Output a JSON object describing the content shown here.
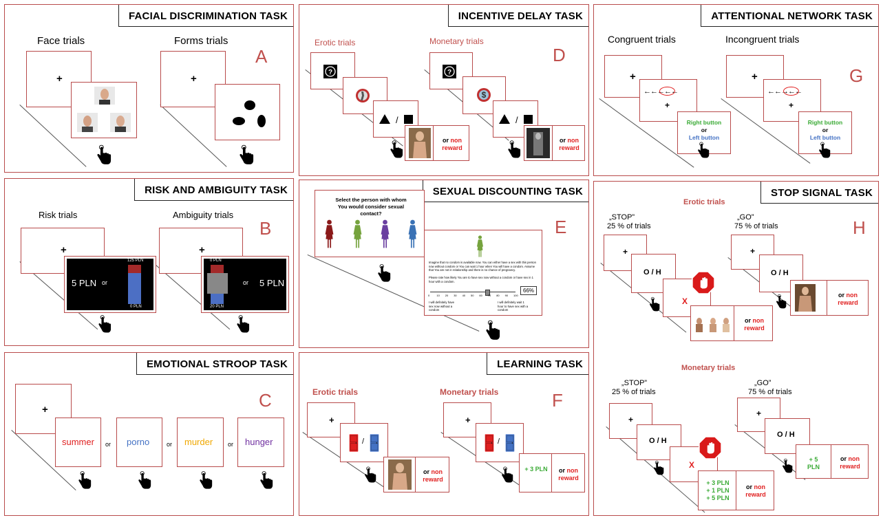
{
  "panels": {
    "a": {
      "title": "FACIAL DISCRIMINATION TASK",
      "letter": "A",
      "label_left": "Face trials",
      "label_right": "Forms trials"
    },
    "b": {
      "title": "RISK AND AMBIGUITY TASK",
      "letter": "B",
      "label_left": "Risk trials",
      "label_right": "Ambiguity trials",
      "risk_amount": "5 PLN",
      "or": "or",
      "top_pln": "125 PLN",
      "bottom_pln": "0 PLN",
      "amb_top": "0 PLN",
      "amb_bottom": "20 PLN",
      "amb_amount": "5 PLN"
    },
    "c": {
      "title": "EMOTIONAL STROOP TASK",
      "letter": "C",
      "words": [
        "summer",
        "porno",
        "murder",
        "hunger"
      ],
      "or": "or"
    },
    "d": {
      "title": "INCENTIVE DELAY TASK",
      "letter": "D",
      "label_left": "Erotic trials",
      "label_right": "Monetary trials",
      "slash": "/",
      "reward_or": "or",
      "reward_non": "non",
      "reward_word": "reward"
    },
    "e": {
      "title": "SEXUAL DISCOUNTING TASK",
      "letter": "E",
      "question": "Select the person with whom You would consider sexual contact?",
      "scenario": "Imagine that no condom is available now. You can either have a sex with this person now without condom or You can wait 1 hour when You will have a condom. Assume that You are not in relationship and there is no chance of pregnancy.",
      "rate_prompt": "Please rate how likely You are to have sex now without a condom or have sex in 1 hour with a condom.",
      "percent": "66%",
      "left_anchor": "I will definitely have sex now without a condom",
      "right_anchor": "I will definitely wait 1 hour to have sex with a condom",
      "scale": [
        "0",
        "10",
        "20",
        "30",
        "40",
        "50",
        "60",
        "70",
        "80",
        "90",
        "100"
      ]
    },
    "f": {
      "title": "LEARNING TASK",
      "letter": "F",
      "label_left": "Erotic trials",
      "label_right": "Monetary trials",
      "slash": "/",
      "pln": "+ 3 PLN",
      "reward_or": "or",
      "reward_non": "non",
      "reward_word": "reward"
    },
    "g": {
      "title": "ATTENTIONAL NETWORK TASK",
      "letter": "G",
      "label_left": "Congruent trials",
      "label_right": "Incongruent trials",
      "right_btn": "Right button",
      "or": "or",
      "left_btn": "Left button"
    },
    "h": {
      "title": "STOP SIGNAL TASK",
      "letter": "H",
      "erotic_label": "Erotic trials",
      "monetary_label": "Monetary trials",
      "stop": "„STOP”",
      "go": "„GO”",
      "stop_pct": "25 % of trials",
      "go_pct": "75 % of trials",
      "oh": "O / H",
      "x": "X",
      "reward_or": "or",
      "reward_non": "non",
      "reward_word": "reward",
      "pln_go": "+ 5 PLN",
      "pln_stop": [
        "+ 3 PLN",
        "+ 1 PLN",
        "+ 5 PLN"
      ]
    }
  },
  "colors": {
    "border": "#b84a4a",
    "accent": "#c0504d",
    "red": "#e02020",
    "green": "#3aaa35",
    "blue": "#4472c4",
    "purple": "#7030a0",
    "orange": "#f0a800"
  },
  "icons": [
    "hand-pointer-icon",
    "question-mark-icon",
    "dollar-icon",
    "stop-sign-icon",
    "door-icon",
    "person-silhouette-icon"
  ]
}
